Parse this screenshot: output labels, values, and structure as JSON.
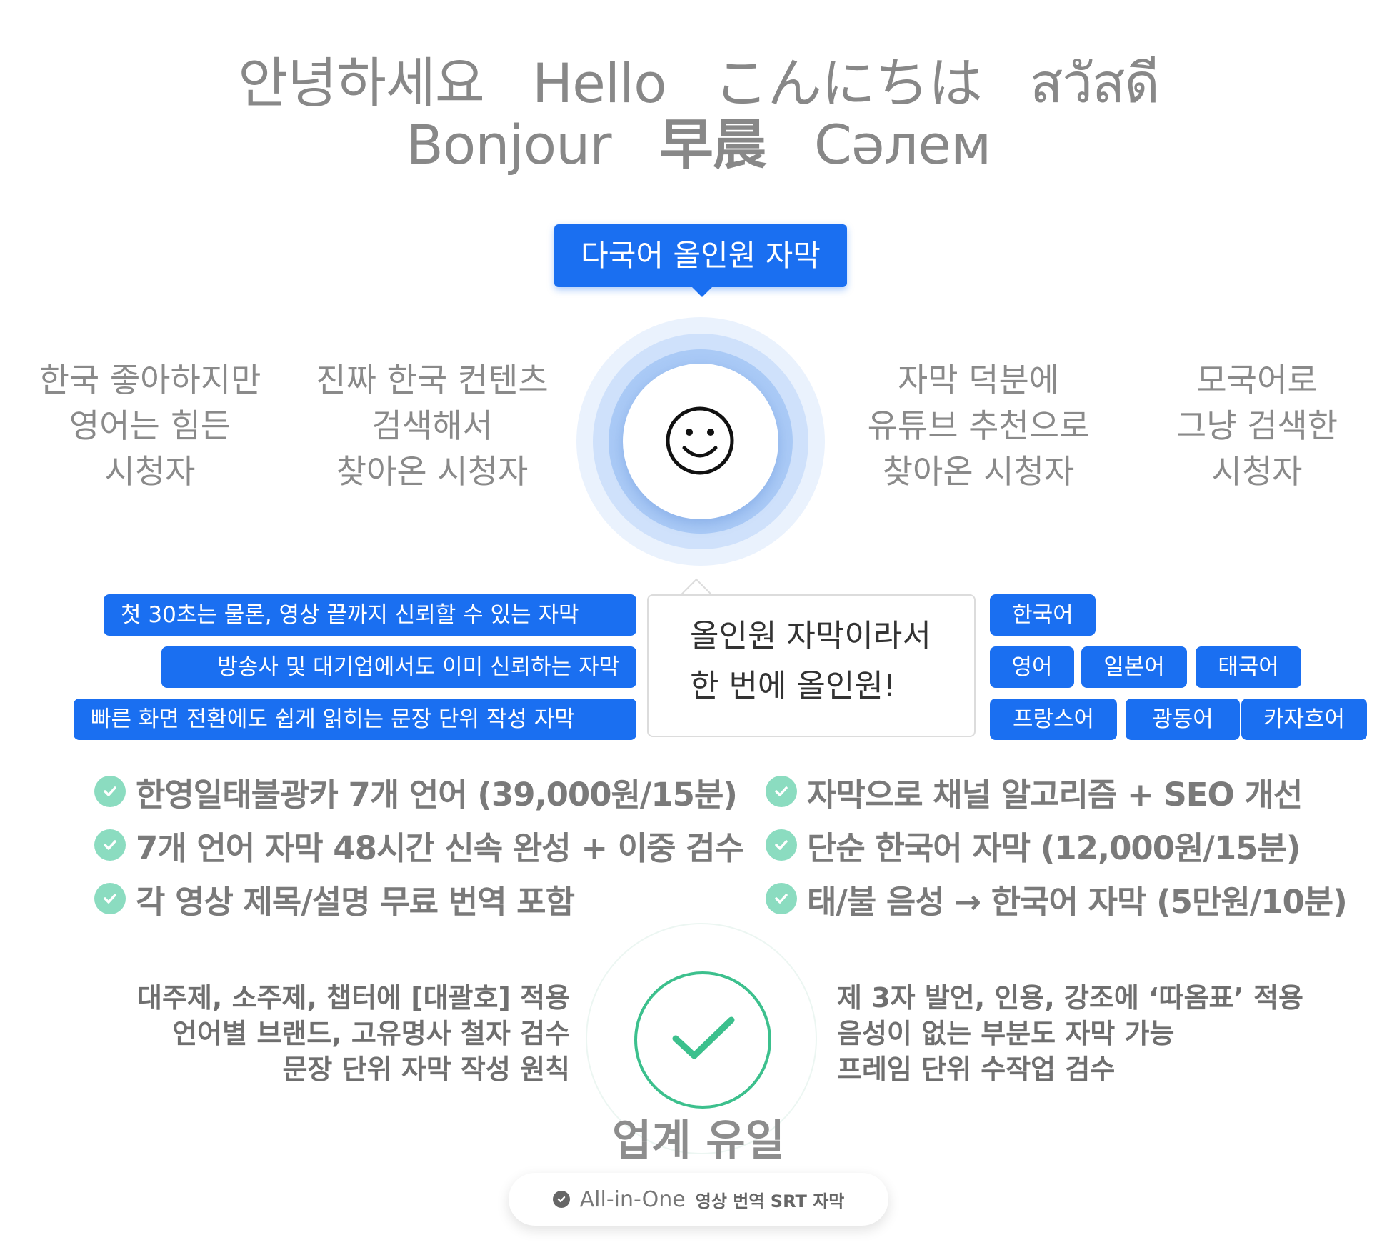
{
  "greeting": {
    "line1": [
      "안녕하세요",
      "Hello",
      "こんにちは",
      "สวัสดี"
    ],
    "line2": [
      "Bonjour",
      "早晨",
      "Сәлем"
    ]
  },
  "top_badge": "다국어 올인원 자막",
  "viewers": [
    {
      "lines": [
        "한국 좋아하지만",
        "영어는 힘든",
        "시청자"
      ]
    },
    {
      "lines": [
        "진짜 한국 컨텐츠",
        "검색해서",
        "찾아온 시청자"
      ]
    },
    {
      "lines": [
        "자막 덕분에",
        "유튜브 추천으로",
        "찾아온 시청자"
      ]
    },
    {
      "lines": [
        "모국어로",
        "그냥 검색한",
        "시청자"
      ]
    }
  ],
  "feature_pills": [
    "첫 30초는 물론, 영상 끝까지 신뢰할 수 있는 자막",
    "방송사 및 대기업에서도 이미 신뢰하는 자막",
    "빠른 화면 전환에도 쉽게 읽히는 문장 단위 작성 자막"
  ],
  "card": {
    "line1": "올인원 자막이라서",
    "line2": "한 번에 올인원!"
  },
  "languages": [
    "한국어",
    "영어",
    "일본어",
    "태국어",
    "프랑스어",
    "광동어",
    "카자흐어"
  ],
  "checklist_left": [
    "한영일태불광카 7개 언어 (39,000원/15분)",
    "7개 언어 자막 48시간 신속 완성 + 이중 검수",
    "각 영상 제목/설명 무료 번역 포함"
  ],
  "checklist_right": [
    "자막으로 채널 알고리즘 + SEO 개선",
    "단순 한국어 자막 (12,000원/15분)",
    "태/불 음성 → 한국어 자막 (5만원/10분)"
  ],
  "notes_left": [
    "대주제, 소주제, 챕터에 [대괄호] 적용",
    "언어별 브랜드, 고유명사 철자 검수",
    "문장 단위 자막 작성 원칙"
  ],
  "notes_right": [
    "제 3자 발언, 인용, 강조에 ‘따옴표’ 적용",
    "음성이 없는 부분도 자막 가능",
    "프레임 단위 수작업 검수"
  ],
  "unique_label": "업계 유일",
  "footer": {
    "en": "All-in-One",
    "ko": "영상 번역 SRT 자막"
  },
  "colors": {
    "brand_blue": "#1a6ff1",
    "check_green": "#8bdcc0",
    "ring_green": "#3cc08d",
    "text_gray": "#888888"
  },
  "icons": [
    "smiley-icon",
    "check-circle-icon",
    "checkmark-icon"
  ]
}
